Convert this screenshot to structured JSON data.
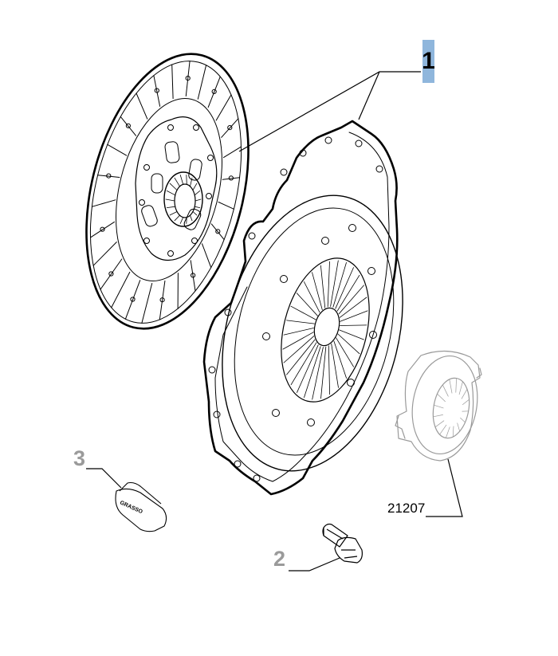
{
  "callouts": {
    "clutch_kit": "1",
    "bolt": "2",
    "grease": "3",
    "release_bearing": "21207"
  },
  "grease_packet": {
    "label": "GRASSO"
  },
  "colors": {
    "highlight": "#8fb6dc",
    "secondary_number": "#9a9a9a",
    "line": "#000000",
    "faint_part": "#9a9a9a"
  }
}
